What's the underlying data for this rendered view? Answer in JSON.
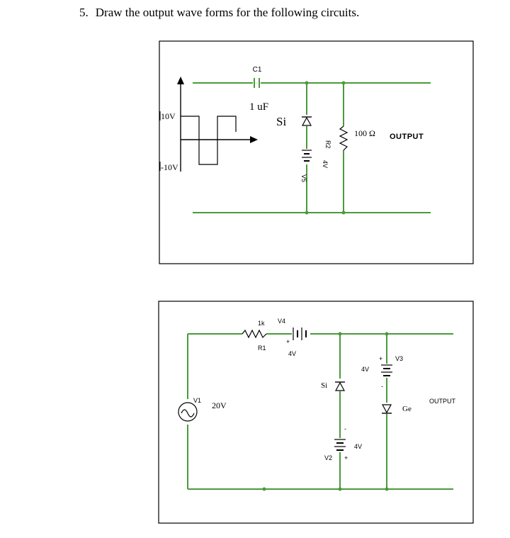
{
  "question": {
    "number": "5.",
    "text": "Draw the output wave forms for the following circuits."
  },
  "colors": {
    "wire": "#4a9a3c",
    "frame": "#000000",
    "text": "#000000"
  },
  "circuit1": {
    "input_high": "10V",
    "input_low": "-10V",
    "capacitor_name": "C1",
    "capacitor_value": "1 uF",
    "diode_type": "Si",
    "resistor_name": "R2",
    "resistor_value": "100 Ω",
    "source_name": "V5",
    "source_value": "4V",
    "output_label": "OUTPUT"
  },
  "circuit2": {
    "resistor_value": "1k",
    "resistor_name": "R1",
    "battery1_name": "V4",
    "battery1_plus": "+",
    "battery1_value": "4V",
    "source_name": "V1",
    "source_value": "20V",
    "diode1_type": "Si",
    "battery2_minus": "-",
    "battery2_value": "4V",
    "battery2_name": "V2",
    "battery2_plus": "+",
    "battery3_plus": "+",
    "battery3_value": "4V",
    "battery3_name": "V3",
    "battery3_minus": "-",
    "diode2_type": "Ge",
    "output_label": "OUTPUT"
  }
}
